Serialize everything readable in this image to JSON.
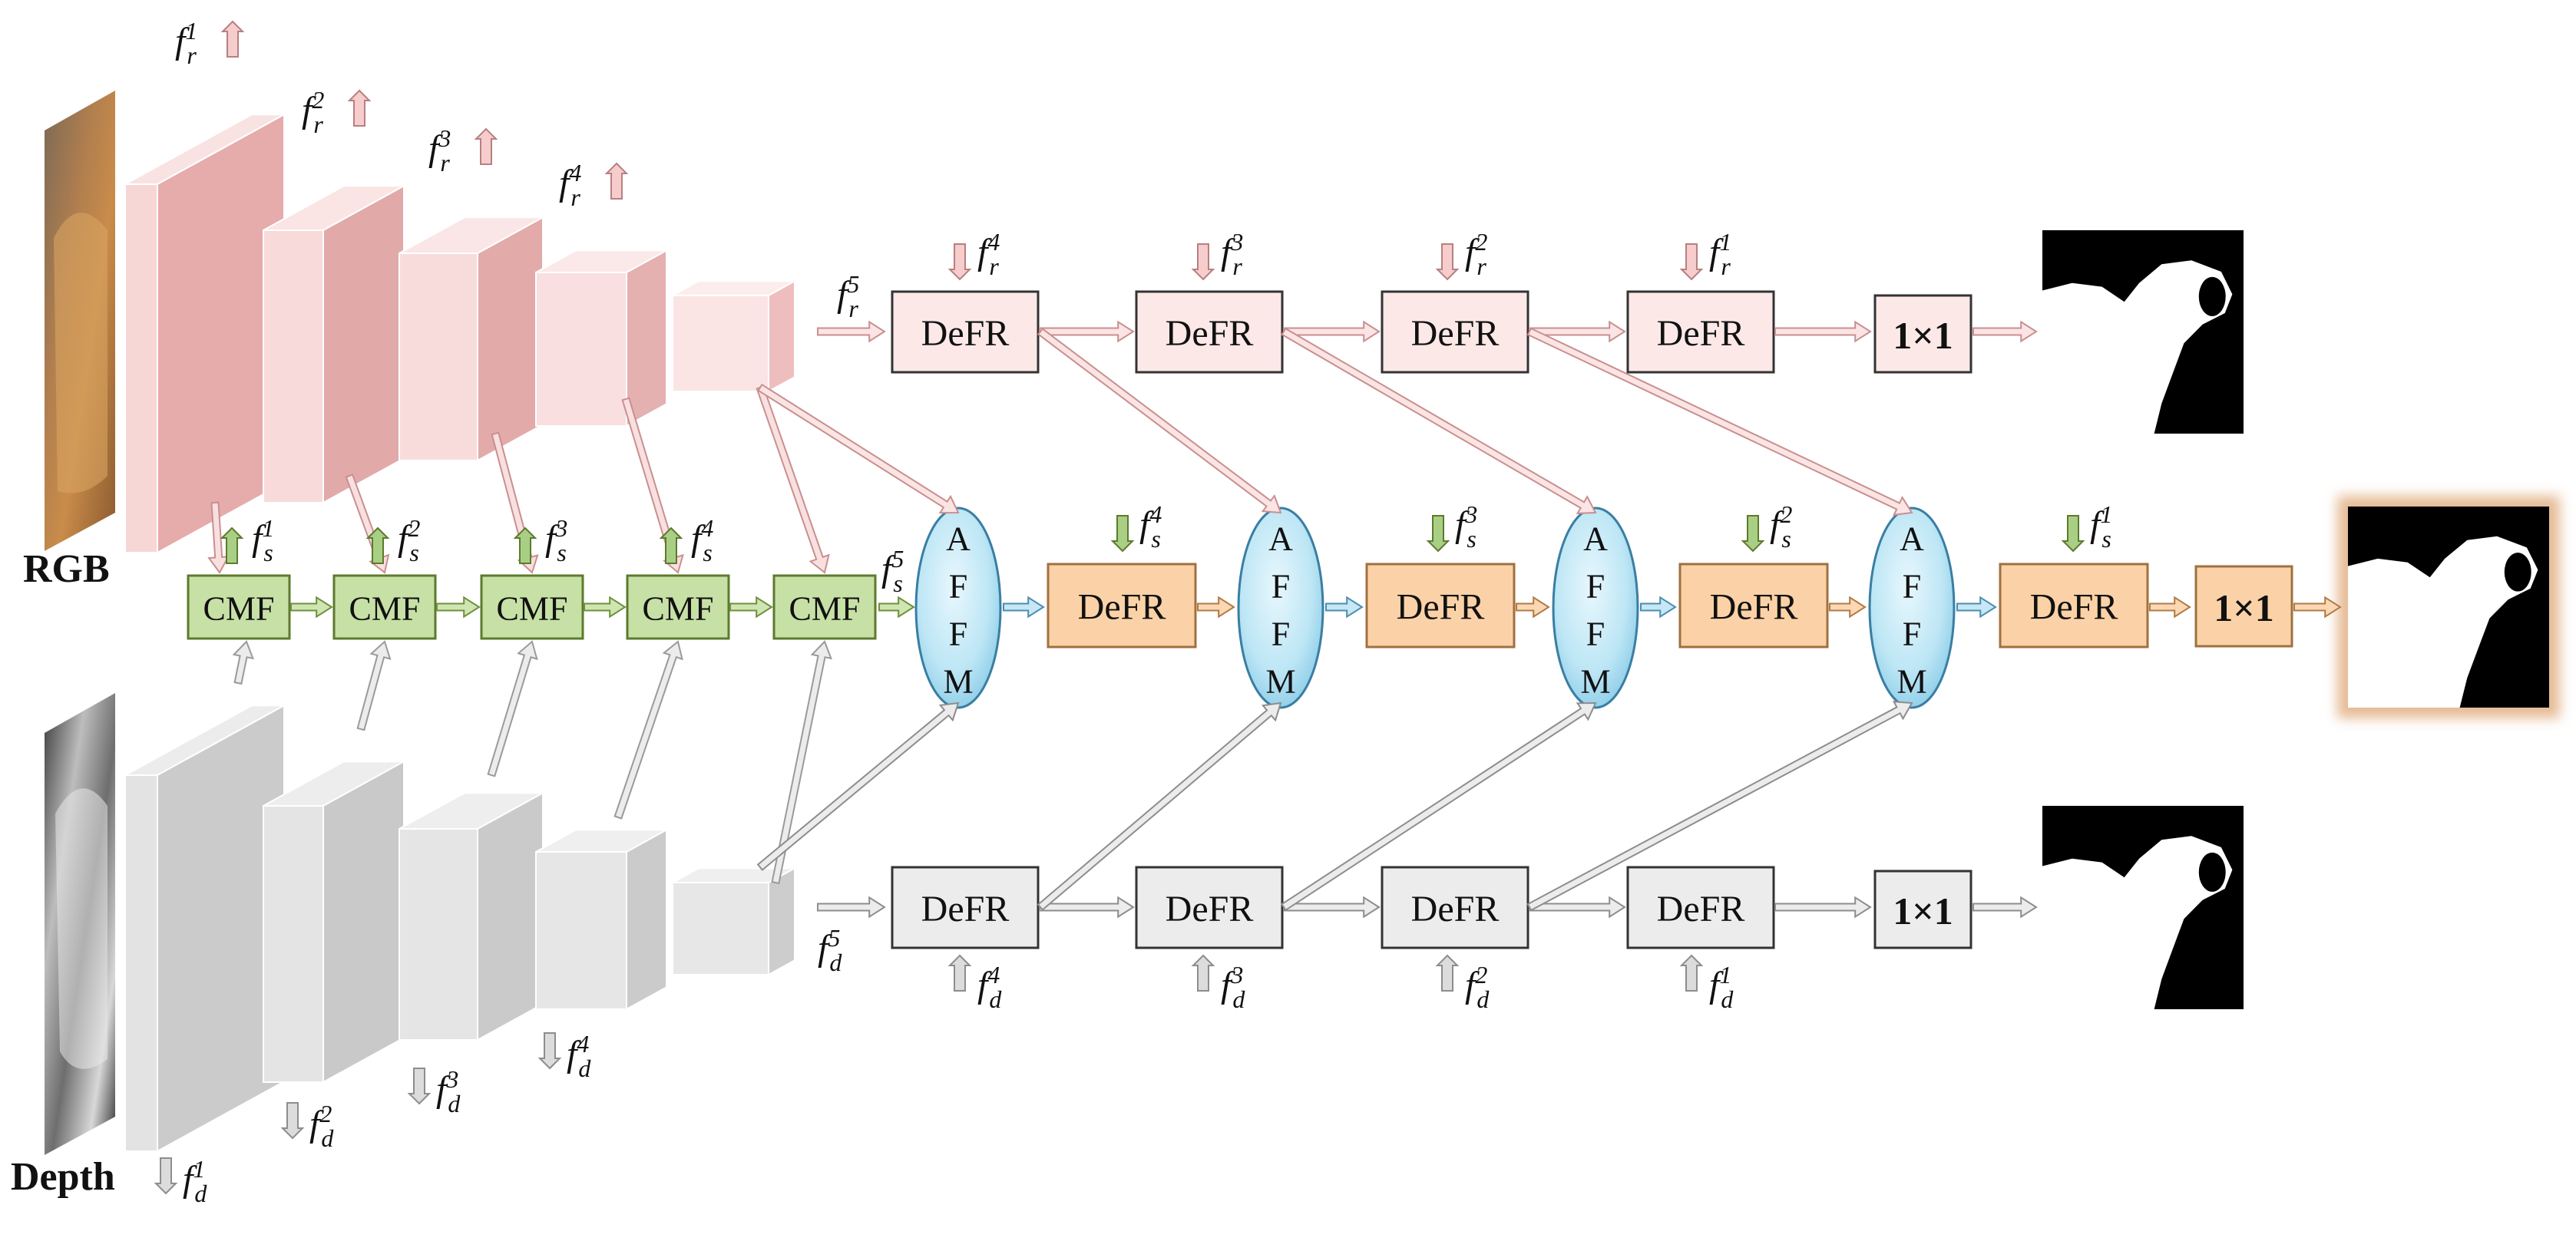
{
  "inputs": {
    "rgb_label": "RGB",
    "depth_label": "Depth"
  },
  "modules": {
    "defr": "DeFR",
    "cmf": "CMF",
    "conv1x1": "1×1",
    "affm_letters": [
      "A",
      "F",
      "F",
      "M"
    ]
  },
  "symbols": {
    "f": "f",
    "rgb_sub": "r",
    "depth_sub": "d",
    "fused_sub": "s"
  },
  "levels": [
    "1",
    "2",
    "3",
    "4",
    "5"
  ],
  "colors": {
    "rgb_fill": "#f4c9c9",
    "rgb_side": "#e0a7a7",
    "depth_fill": "#dedede",
    "depth_side": "#c6c6c6",
    "cmf_fill": "#c7e0a6",
    "cmf_stroke": "#5d7a2e",
    "affm_fill": "#bde6f5",
    "affm_stroke": "#3a7ea3",
    "fused_defr_fill": "#fbd2a7",
    "rgb_defr_fill": "#fde8e8",
    "depth_defr_fill": "#ececec",
    "output_glow": "#e3b48a"
  },
  "icons": [
    "rgb-image-thumbnail",
    "depth-image-thumbnail",
    "saliency-mask-icon",
    "up-arrow-icon",
    "down-arrow-icon"
  ]
}
